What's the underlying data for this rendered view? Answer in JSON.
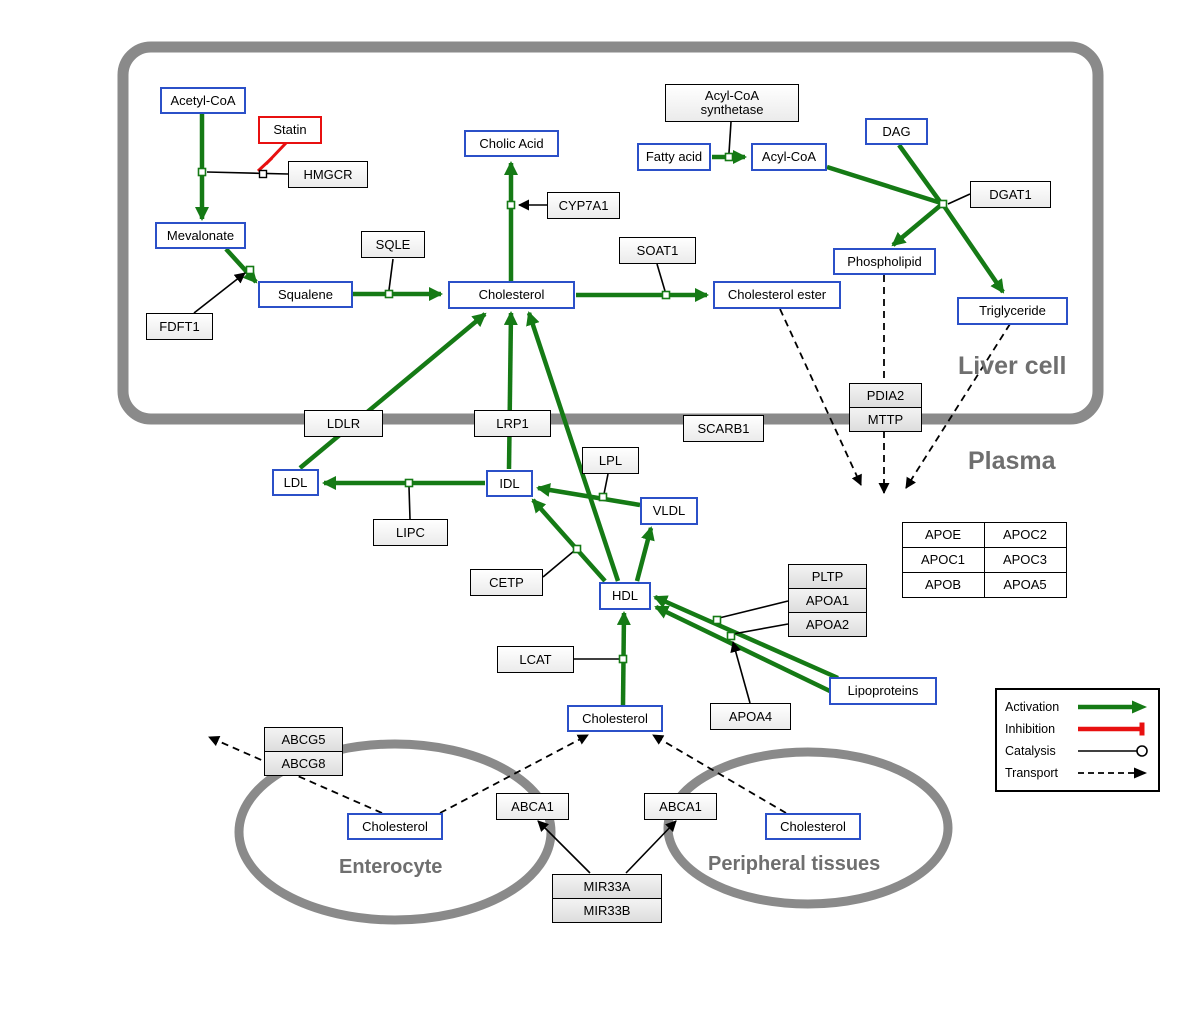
{
  "regions": {
    "liver_cell": "Liver cell",
    "plasma": "Plasma",
    "enterocyte": "Enterocyte",
    "peripheral_tissues": "Peripheral tissues"
  },
  "nodes": {
    "acetyl_coa": "Acetyl-CoA",
    "statin": "Statin",
    "hmgcr": "HMGCR",
    "mevalonate": "Mevalonate",
    "fdft1": "FDFT1",
    "squalene": "Squalene",
    "sqle": "SQLE",
    "cholesterol_liver": "Cholesterol",
    "cholic_acid": "Cholic Acid",
    "cyp7a1": "CYP7A1",
    "soat1": "SOAT1",
    "cholesterol_ester": "Cholesterol ester",
    "acyl_coa_synthetase_line1": "Acyl-CoA",
    "acyl_coa_synthetase_line2": "synthetase",
    "fatty_acid": "Fatty acid",
    "acyl_coa": "Acyl-CoA",
    "dag": "DAG",
    "dgat1": "DGAT1",
    "phospholipid": "Phospholipid",
    "triglyceride": "Triglyceride",
    "pdia2": "PDIA2",
    "mttp": "MTTP",
    "ldlr": "LDLR",
    "lrp1": "LRP1",
    "scarb1": "SCARB1",
    "ldl": "LDL",
    "idl": "IDL",
    "lipc": "LIPC",
    "lpl": "LPL",
    "vldl": "VLDL",
    "cetp": "CETP",
    "hdl": "HDL",
    "pltp": "PLTP",
    "apoa1": "APOA1",
    "apoa2": "APOA2",
    "apoe": "APOE",
    "apoc2": "APOC2",
    "apoc1": "APOC1",
    "apoc3": "APOC3",
    "apob": "APOB",
    "apoa5": "APOA5",
    "lcat": "LCAT",
    "apoa4": "APOA4",
    "lipoproteins": "Lipoproteins",
    "cholesterol_plasma": "Cholesterol",
    "abcg5": "ABCG5",
    "abcg8": "ABCG8",
    "cholesterol_enterocyte": "Cholesterol",
    "abca1_enterocyte": "ABCA1",
    "abca1_peripheral": "ABCA1",
    "mir33a": "MIR33A",
    "mir33b": "MIR33B",
    "cholesterol_peripheral": "Cholesterol"
  },
  "legend": {
    "activation": "Activation",
    "inhibition": "Inhibition",
    "catalysis": "Catalysis",
    "transport": "Transport"
  },
  "colors": {
    "metabolite_border": "#2b50c8",
    "inhibitor_border": "#e81010",
    "activation_green": "#157a15",
    "inhibition_red": "#e81010",
    "membrane_gray": "#8a8a8a",
    "region_label_gray": "#6f6f6f"
  },
  "interactions": [
    {
      "from": "Acetyl-CoA",
      "to": "Mevalonate",
      "type": "conversion",
      "catalyst": "HMGCR"
    },
    {
      "from": "Statin",
      "to": "HMGCR",
      "type": "inhibition"
    },
    {
      "from": "Mevalonate",
      "to": "Squalene",
      "type": "conversion",
      "catalyst": "FDFT1"
    },
    {
      "from": "Squalene",
      "to": "Cholesterol",
      "type": "conversion",
      "catalyst": "SQLE"
    },
    {
      "from": "Cholesterol",
      "to": "Cholic Acid",
      "type": "conversion",
      "catalyst": "CYP7A1"
    },
    {
      "from": "Cholesterol",
      "to": "Cholesterol ester",
      "type": "conversion",
      "catalyst": "SOAT1"
    },
    {
      "from": "Fatty acid",
      "to": "Acyl-CoA",
      "type": "conversion",
      "catalyst": "Acyl-CoA synthetase"
    },
    {
      "from": "Acyl-CoA",
      "to": "Triglyceride",
      "type": "conversion",
      "catalyst": "DGAT1"
    },
    {
      "from": "DAG",
      "to": "Triglyceride",
      "type": "conversion",
      "catalyst": "DGAT1"
    },
    {
      "from": "DAG junction",
      "to": "Phospholipid",
      "type": "conversion"
    },
    {
      "from": "LDL",
      "to": "Cholesterol",
      "type": "conversion",
      "via": "LDLR"
    },
    {
      "from": "IDL",
      "to": "Cholesterol",
      "type": "conversion",
      "via": "LRP1"
    },
    {
      "from": "HDL",
      "to": "Cholesterol",
      "type": "conversion",
      "via": "SCARB1"
    },
    {
      "from": "VLDL",
      "to": "IDL",
      "type": "conversion",
      "catalyst": "LPL"
    },
    {
      "from": "IDL",
      "to": "LDL",
      "type": "conversion",
      "catalyst": "LIPC"
    },
    {
      "from": "HDL",
      "to": "IDL",
      "type": "conversion",
      "catalyst": "CETP"
    },
    {
      "from": "HDL",
      "to": "VLDL",
      "type": "conversion"
    },
    {
      "from": "Lipoproteins",
      "to": "HDL",
      "type": "conversion",
      "catalyst": "APOA1"
    },
    {
      "from": "Lipoproteins",
      "to": "HDL",
      "type": "conversion",
      "catalyst": "APOA2, APOA4"
    },
    {
      "from": "Cholesterol (plasma)",
      "to": "HDL",
      "type": "conversion",
      "catalyst": "LCAT"
    },
    {
      "from": "Cholesterol ester",
      "type": "transport",
      "via": "MTTP"
    },
    {
      "from": "Phospholipid",
      "type": "transport",
      "via": "PDIA2/MTTP"
    },
    {
      "from": "Triglyceride",
      "type": "transport",
      "via": "MTTP"
    },
    {
      "from": "Cholesterol (enterocyte)",
      "type": "transport",
      "via": "ABCG5/ABCG8"
    },
    {
      "from": "Cholesterol (enterocyte)",
      "to": "Cholesterol (plasma)",
      "type": "transport",
      "via": "ABCA1"
    },
    {
      "from": "Cholesterol (peripheral)",
      "to": "Cholesterol (plasma)",
      "type": "transport",
      "via": "ABCA1"
    },
    {
      "from": "MIR33A/MIR33B",
      "to": "ABCA1",
      "type": "regulation"
    }
  ]
}
